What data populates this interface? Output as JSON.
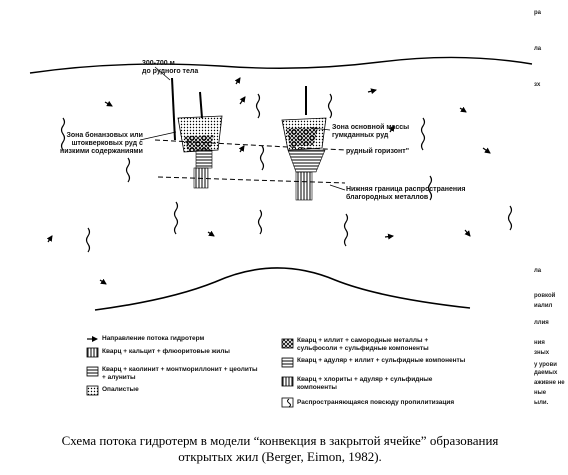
{
  "diagram": {
    "labels": {
      "depth": [
        "300-700 м",
        "до рудного тела"
      ],
      "bonanza": [
        "Зона бонанзовых или",
        "штокверковых руд с",
        "низкими содержаниями"
      ],
      "main_mass": [
        "Зона основной массы",
        "гумкданных руд"
      ],
      "ore_horizon": "рудный горизонт\"",
      "lower_boundary": [
        "Нижняя граница распространения",
        "благородных металлов"
      ]
    },
    "right_column": [
      "ра",
      "ла",
      "зх",
      "ла",
      "ровкой",
      "иалил",
      "ллия",
      "ния",
      "зных",
      "у урови",
      "даемых",
      "аживне не",
      "ные",
      "ыли."
    ]
  },
  "legend": {
    "left": [
      {
        "icon": "arrow",
        "text": "Направление потока гидротерм"
      },
      {
        "icon": "vertical-hatch",
        "text": "Кварц + кальцит + флюоритовые жилы"
      },
      {
        "icon": "dense-hatch",
        "text": "Кварц + каолинит + монтмориллонит + цеолиты + алуниты"
      },
      {
        "icon": "dots",
        "text": "Опалистые"
      }
    ],
    "right": [
      {
        "icon": "cross-hatch",
        "text": "Кварц + иллит + самородные металлы + сульфосоли + сульфидные компоненты"
      },
      {
        "icon": "horizontal-hatch",
        "text": "Кварц + адуляр + иллит + сульфидные компоненты"
      },
      {
        "icon": "vertical-dense",
        "text": "Кварц + хлориты + адуляр + сульфидные компоненты"
      },
      {
        "icon": "wavy",
        "text": "Распространяющаяся повсюду пропилитизация"
      }
    ]
  },
  "caption": [
    "Схема потока гидротерм в модели “конвекция в закрытой ячейке” образования",
    "открытых жил  (Berger, Eimon, 1982)."
  ]
}
